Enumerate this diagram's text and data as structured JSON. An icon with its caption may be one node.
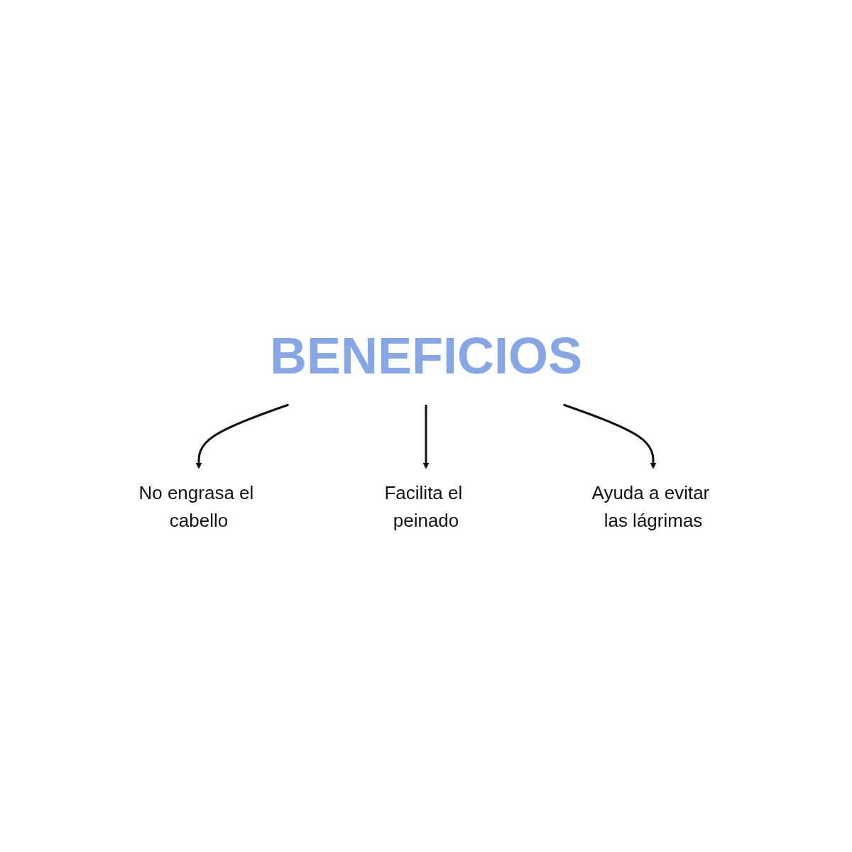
{
  "diagram": {
    "nodes": [
      {
        "text": [
          "BENEFICIOS"
        ]
      },
      {
        "text": [
          "No engrasa el cabello"
        ]
      },
      {
        "text": [
          "Facilita el peinado"
        ]
      },
      {
        "text": [
          "Ayuda a evitar las lágrimas"
        ]
      }
    ],
    "edges": [
      {
        "from": 0,
        "to": 1,
        "arrow": "to"
      },
      {
        "from": 0,
        "to": 2,
        "arrow": "to"
      },
      {
        "from": 0,
        "to": 3,
        "arrow": "to"
      }
    ]
  }
}
